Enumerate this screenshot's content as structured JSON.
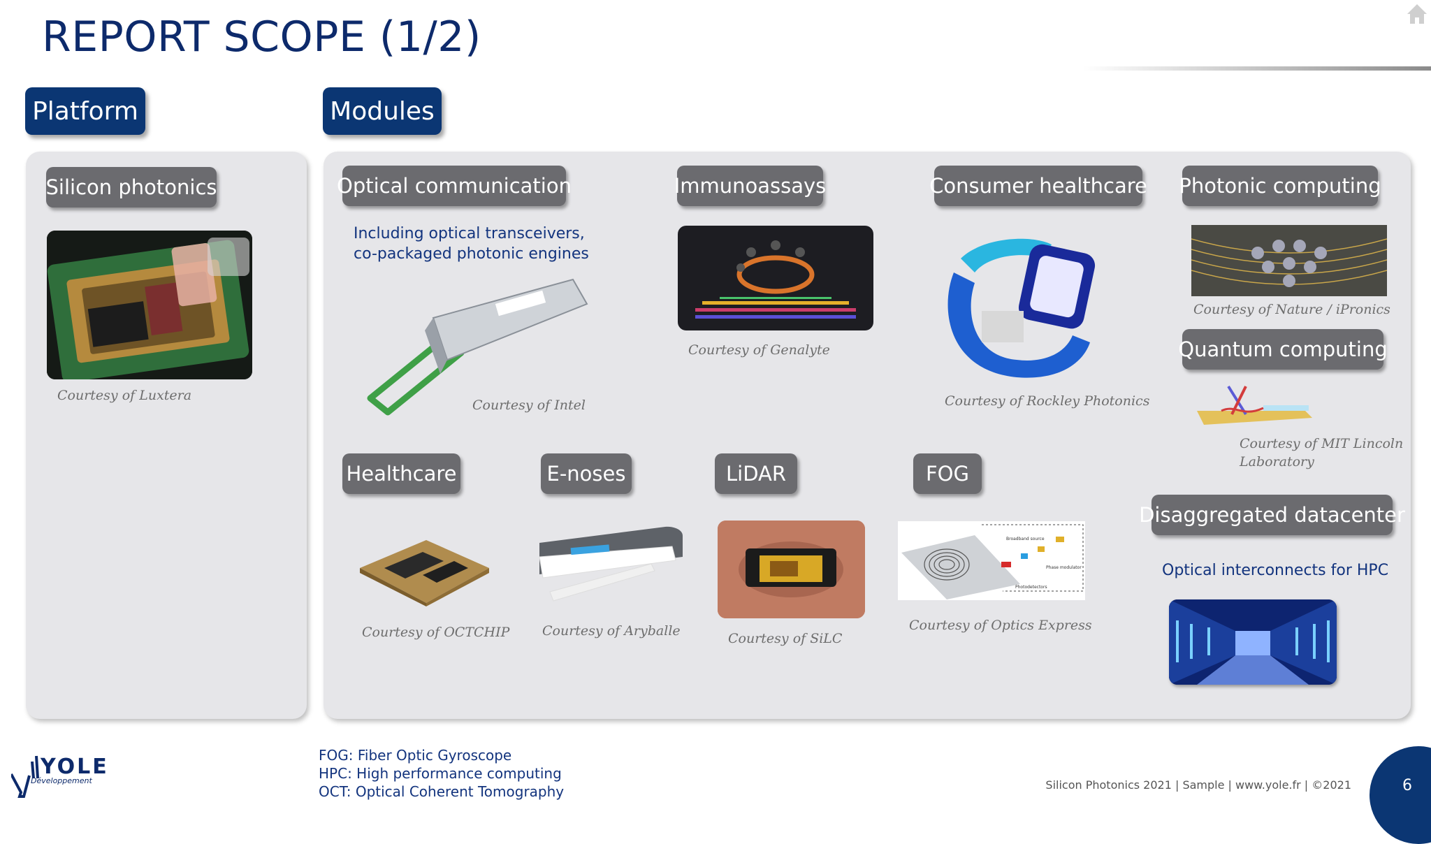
{
  "title": "REPORT SCOPE (1/2)",
  "headers": {
    "platform": "Platform",
    "modules": "Modules"
  },
  "platform": {
    "tag": "Silicon photonics",
    "courtesy": "Courtesy of Luxtera"
  },
  "modules": {
    "optical_communication": {
      "tag": "Optical communication",
      "description": "Including optical transceivers, co-packaged photonic engines",
      "courtesy": "Courtesy of Intel"
    },
    "immunoassays": {
      "tag": "Immunoassays",
      "courtesy": "Courtesy of Genalyte"
    },
    "consumer_healthcare": {
      "tag": "Consumer healthcare",
      "courtesy": "Courtesy of Rockley Photonics"
    },
    "photonic_computing": {
      "tag": "Photonic computing",
      "courtesy": "Courtesy of Nature / iPronics"
    },
    "quantum_computing": {
      "tag": "Quantum computing",
      "courtesy_line1": "Courtesy of MIT Lincoln",
      "courtesy_line2": "Laboratory"
    },
    "healthcare": {
      "tag": "Healthcare",
      "courtesy": "Courtesy of OCTCHIP"
    },
    "e_noses": {
      "tag": "E-noses",
      "courtesy": "Courtesy of Aryballe"
    },
    "lidar": {
      "tag": "LiDAR",
      "courtesy": "Courtesy of SiLC"
    },
    "fog": {
      "tag": "FOG",
      "courtesy": "Courtesy of Optics Express"
    },
    "disaggregated_datacenter": {
      "tag": "Disaggregated datacenter",
      "description": "Optical interconnects for HPC"
    }
  },
  "fog_image_labels": {
    "source": "Broadband source",
    "modulator": "Phase modulator",
    "detectors": "Photodetectors"
  },
  "footnotes": [
    "FOG: Fiber Optic Gyroscope",
    "HPC: High performance computing",
    "OCT: Optical Coherent Tomography"
  ],
  "footer": "Silicon Photonics 2021 | Sample | www.yole.fr | ©2021",
  "page_number": "6",
  "logo": {
    "name": "YOLE",
    "sub": "Développement"
  },
  "icons": {
    "home": "home-icon"
  },
  "colors": {
    "navy": "#0b3673",
    "title": "#0d2a6b",
    "tag_grey": "#6b6b6f",
    "panel": "#e6e6e9"
  }
}
